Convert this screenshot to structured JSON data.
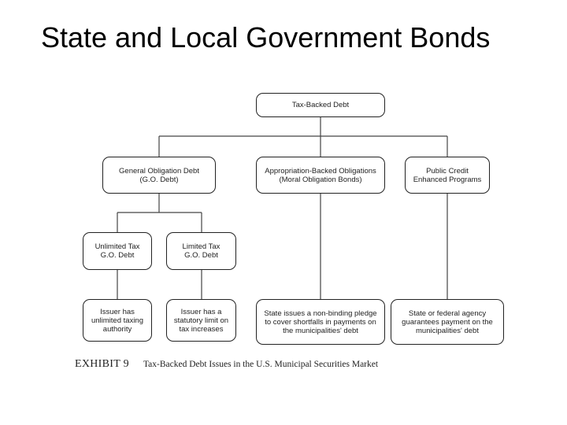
{
  "slide": {
    "title": "State and Local Government Bonds"
  },
  "diagram": {
    "root": {
      "lines": [
        "Tax-Backed Debt"
      ]
    },
    "go_debt": {
      "lines": [
        "General Obligation Debt",
        "(G.O. Debt)"
      ]
    },
    "appropriation": {
      "lines": [
        "Appropriation-Backed Obligations",
        "(Moral Obligation Bonds)"
      ]
    },
    "public_credit": {
      "lines": [
        "Public Credit",
        "Enhanced Programs"
      ]
    },
    "unlimited_tax": {
      "lines": [
        "Unlimited Tax",
        "G.O. Debt"
      ]
    },
    "limited_tax": {
      "lines": [
        "Limited Tax",
        "G.O. Debt"
      ]
    },
    "unlimited_detail": {
      "lines": [
        "Issuer has",
        "unlimited taxing",
        "authority"
      ]
    },
    "limited_detail": {
      "lines": [
        "Issuer has a",
        "statutory limit on",
        "tax increases"
      ]
    },
    "state_pledge": {
      "lines": [
        "State issues a non-binding pledge",
        "to cover shortfalls in payments on",
        "the municipalities' debt"
      ]
    },
    "agency_guarantee": {
      "lines": [
        "State or federal agency",
        "guarantees payment on the",
        "municipalities' debt"
      ]
    }
  },
  "exhibit": {
    "label": "EXHIBIT 9",
    "caption": "Tax-Backed Debt Issues in the U.S. Municipal Securities Market"
  }
}
